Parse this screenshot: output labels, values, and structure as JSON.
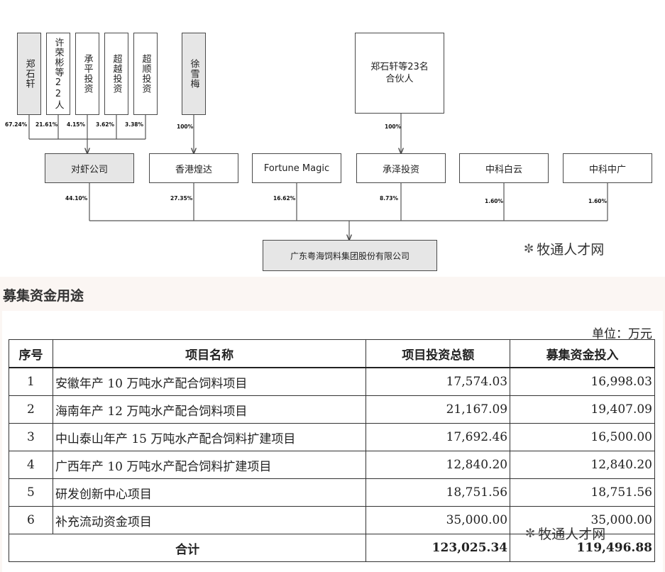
{
  "diagram": {
    "shareholders": [
      {
        "id": "zheng",
        "label": "郑石轩",
        "pct": "67.24%",
        "grey": true
      },
      {
        "id": "xu",
        "label": "许荣彬等22人",
        "pct": "21.61%",
        "grey": false
      },
      {
        "id": "chengping",
        "label": "承平投资",
        "pct": "4.15%",
        "grey": false
      },
      {
        "id": "chaoyue",
        "label": "超越投资",
        "pct": "3.62%",
        "grey": false
      },
      {
        "id": "chaoshun",
        "label": "超顺投资",
        "pct": "3.38%",
        "grey": false
      },
      {
        "id": "xuxuemei",
        "label": "徐雪梅",
        "pct": "100%",
        "grey": true
      },
      {
        "id": "partners",
        "label": "郑石轩等23名合伙人",
        "pct": "100%",
        "grey": false
      }
    ],
    "mid_entities": [
      {
        "id": "duixia",
        "label": "对虾公司",
        "pct": "44.10%",
        "grey": true
      },
      {
        "id": "xianggang",
        "label": "香港煌达",
        "pct": "27.35%",
        "grey": false
      },
      {
        "id": "fortune",
        "label": "Fortune Magic",
        "pct": "16.62%",
        "grey": false
      },
      {
        "id": "chengze",
        "label": "承泽投资",
        "pct": "8.73%",
        "grey": false
      },
      {
        "id": "baiyun",
        "label": "中科白云",
        "pct": "1.60%",
        "grey": false
      },
      {
        "id": "zhongguang",
        "label": "中科中广",
        "pct": "1.60%",
        "grey": false
      }
    ],
    "company": "广东粤海饲料集团股份有限公司",
    "watermark": "牧通人才网"
  },
  "section_title": "募集资金用途",
  "table": {
    "unit": "单位：万元",
    "headers": [
      "序号",
      "项目名称",
      "项目投资总额",
      "募集资金投入"
    ],
    "rows": [
      [
        "1",
        "安徽年产 10 万吨水产配合饲料项目",
        "17,574.03",
        "16,998.03"
      ],
      [
        "2",
        "海南年产 12 万吨水产配合饲料项目",
        "21,167.09",
        "19,407.09"
      ],
      [
        "3",
        "中山泰山年产 15 万吨水产配合饲料扩建项目",
        "17,692.46",
        "16,500.00"
      ],
      [
        "4",
        "广西年产 10 万吨水产配合饲料扩建项目",
        "12,840.20",
        "12,840.20"
      ],
      [
        "5",
        "研发创新中心项目",
        "18,751.56",
        "18,751.56"
      ],
      [
        "6",
        "补充流动资金项目",
        "35,000.00",
        "35,000.00"
      ]
    ],
    "total": {
      "label": "合计",
      "investment": "123,025.34",
      "raised": "119,496.88"
    },
    "watermark": "牧通人才网"
  }
}
